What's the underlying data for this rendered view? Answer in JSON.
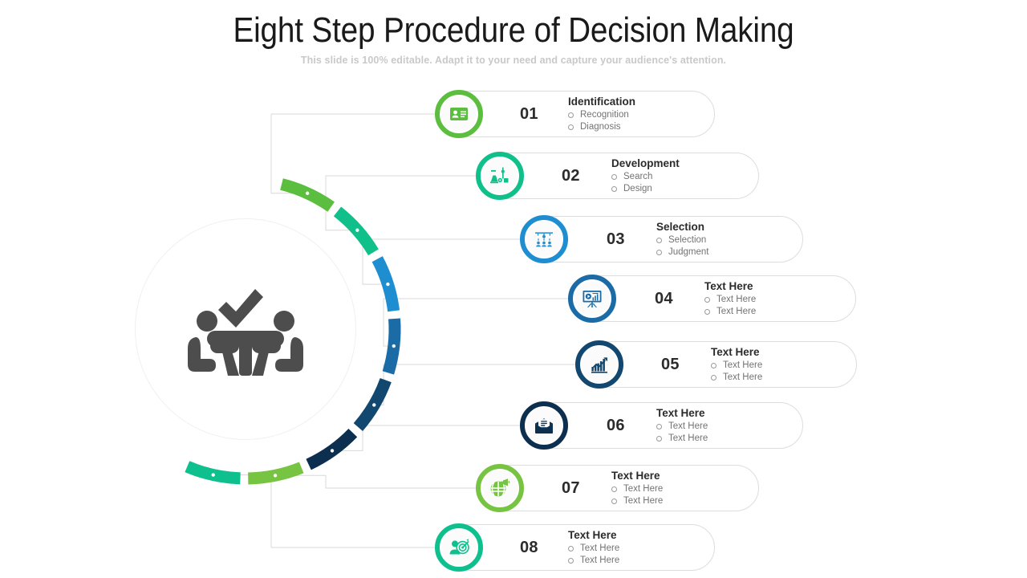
{
  "header": {
    "title": "Eight Step Procedure of Decision Making",
    "subtitle": "This slide is 100% editable. Adapt it to your need and capture your audience's attention."
  },
  "center": {
    "icon": "team-meeting-checkmark-icon",
    "icon_color": "#4d4d4d",
    "circle_border_color": "#f0f0f0"
  },
  "arc": {
    "segment_colors": [
      "#5cbe3f",
      "#0fc08a",
      "#1f8ed1",
      "#1a6ba6",
      "#12476f",
      "#0d2f4f",
      "#76c442",
      "#0ec08e"
    ],
    "dot_color": "#ffffff"
  },
  "connector": {
    "line_color": "#d8d8d8"
  },
  "steps": [
    {
      "number": "01",
      "heading": "Identification",
      "bullets": [
        "Recognition",
        "Diagnosis"
      ],
      "color": "#5cbe3f",
      "icon": "id-card-icon"
    },
    {
      "number": "02",
      "heading": "Development",
      "bullets": [
        "Search",
        "Design"
      ],
      "color": "#0fc08a",
      "icon": "lab-flask-icon"
    },
    {
      "number": "03",
      "heading": "Selection",
      "bullets": [
        "Selection",
        "Judgment"
      ],
      "color": "#1f8ed1",
      "icon": "org-hierarchy-icon"
    },
    {
      "number": "04",
      "heading": "Text Here",
      "bullets": [
        "Text Here",
        "Text Here"
      ],
      "color": "#1a6ba6",
      "icon": "presentation-board-icon"
    },
    {
      "number": "05",
      "heading": "Text Here",
      "bullets": [
        "Text Here",
        "Text Here"
      ],
      "color": "#12476f",
      "icon": "growth-chart-icon"
    },
    {
      "number": "06",
      "heading": "Text Here",
      "bullets": [
        "Text Here",
        "Text Here"
      ],
      "color": "#0d2f4f",
      "icon": "email-envelope-icon"
    },
    {
      "number": "07",
      "heading": "Text Here",
      "bullets": [
        "Text Here",
        "Text Here"
      ],
      "color": "#76c442",
      "icon": "globe-megaphone-icon"
    },
    {
      "number": "08",
      "heading": "Text Here",
      "bullets": [
        "Text Here",
        "Text Here"
      ],
      "color": "#0ec08e",
      "icon": "target-person-icon"
    }
  ]
}
